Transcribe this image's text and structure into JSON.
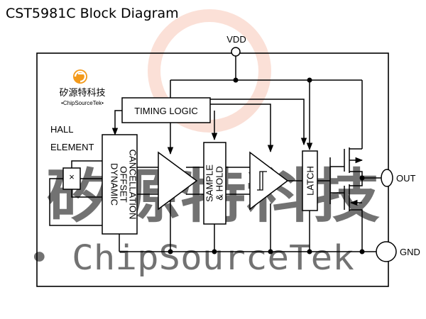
{
  "title": "CST5981C Block Diagram",
  "pins": {
    "vdd": "VDD",
    "out": "OUT",
    "gnd": "GND"
  },
  "blocks": {
    "timing_logic": "TIMING LOGIC",
    "hall_element": [
      "HALL",
      "ELEMENT"
    ],
    "dynamic_offset_cancellation": [
      "DYNAMIC",
      "OFFSET",
      "CANCELLATION"
    ],
    "sample_hold": [
      "SAMPLE",
      "& HOLD"
    ],
    "latch": "LATCH",
    "hall_plate_symbol": "×"
  },
  "logo": {
    "name_cn": "矽源特科技",
    "name_en": "•ChipSourceTek•"
  },
  "watermark": {
    "cn": "矽源特科技",
    "en": "• ChipSourceTek •"
  },
  "colors": {
    "line": "#000000",
    "logo_orange": "#f39a1b",
    "logo_red": "#d7261c",
    "watermark": "#f7c6b6"
  }
}
